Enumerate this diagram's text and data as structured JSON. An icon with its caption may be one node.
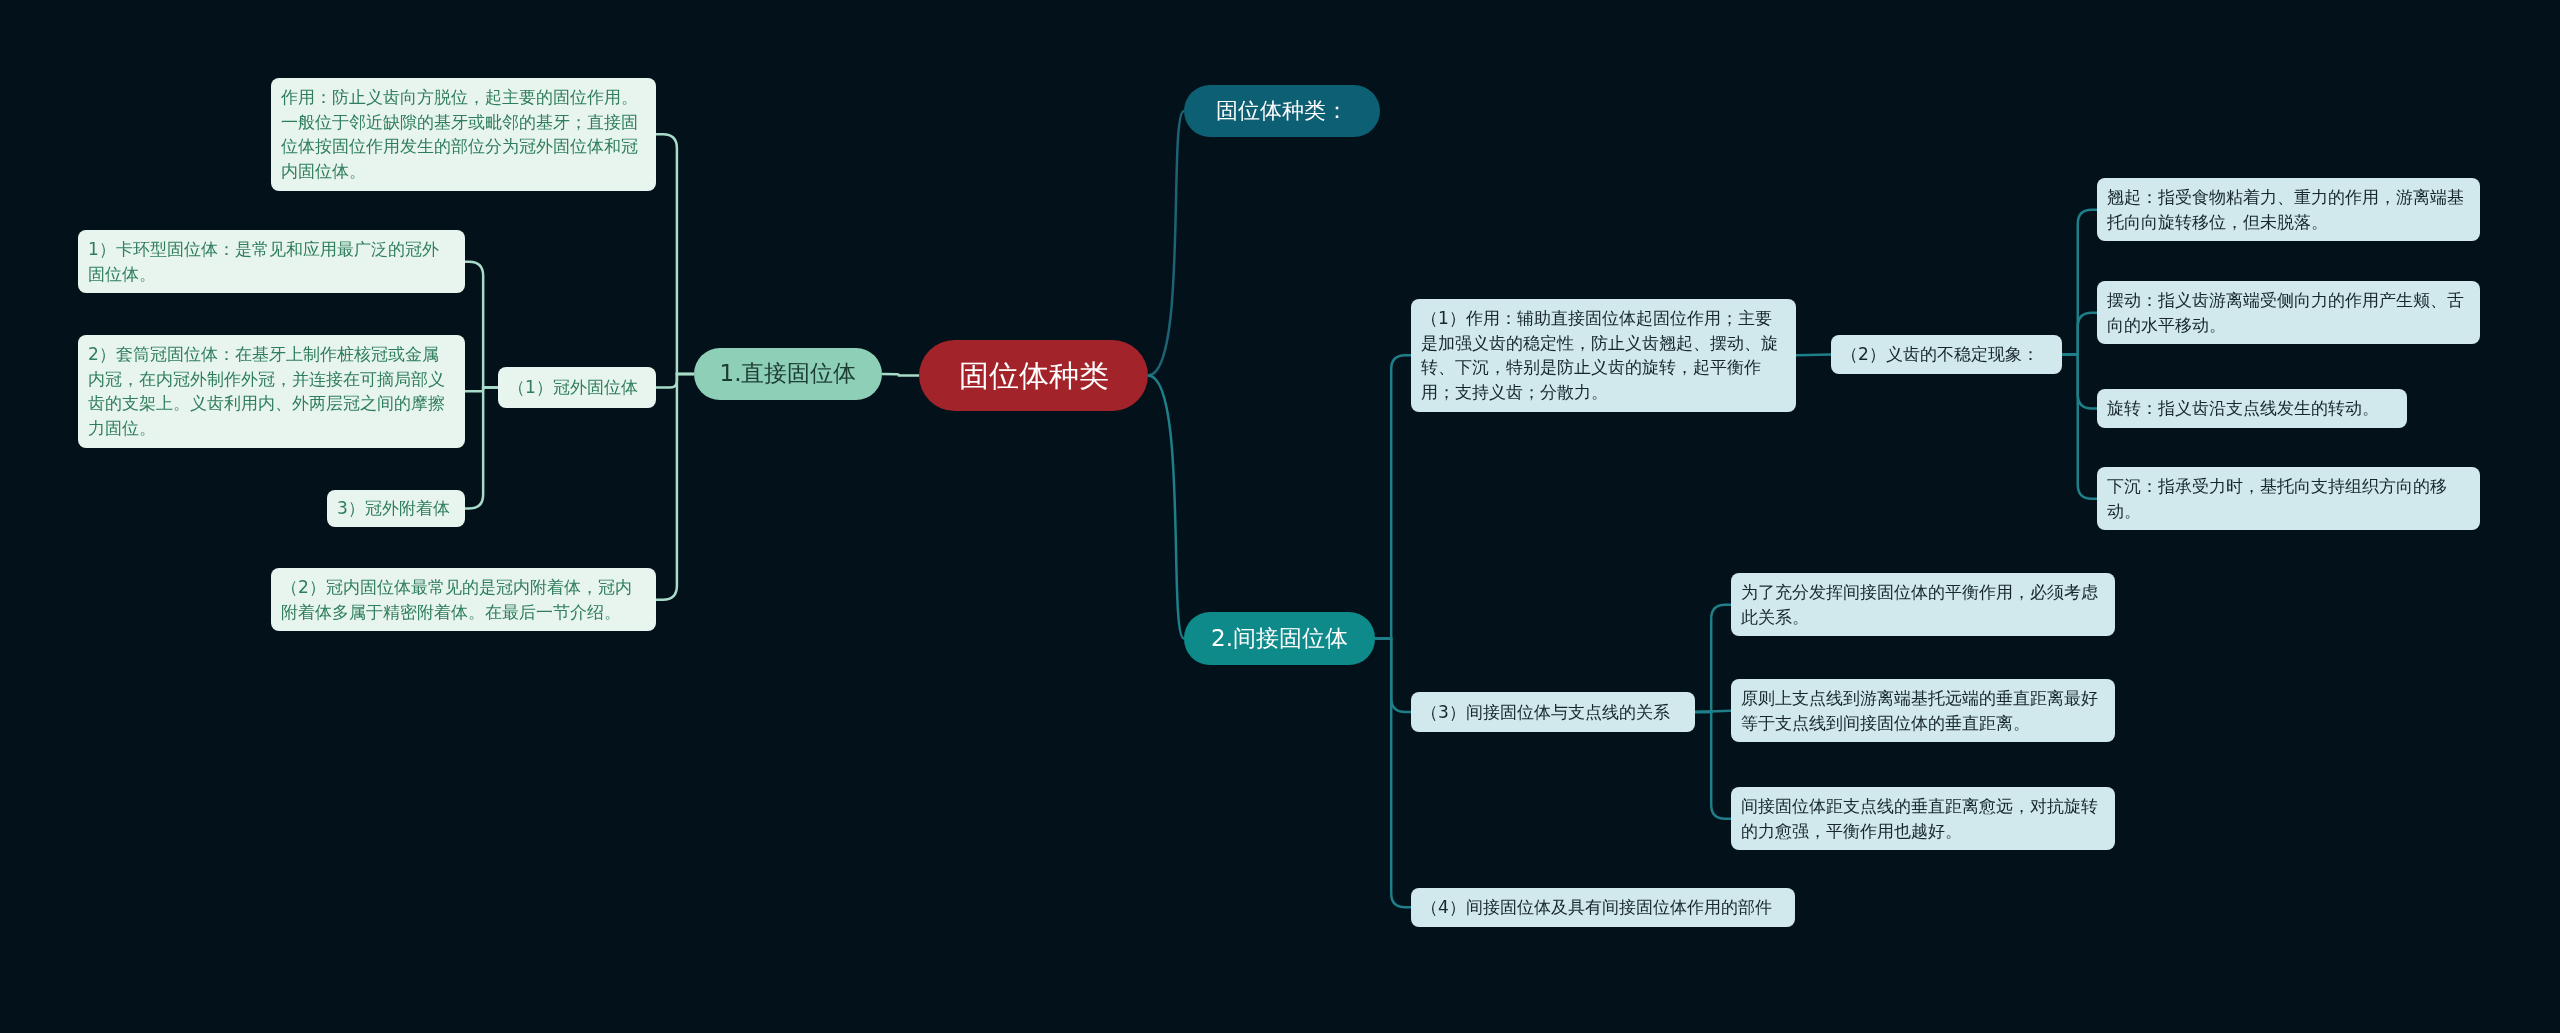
{
  "diagram": {
    "nodes": [
      {
        "text": [
          "固位体种类"
        ]
      },
      {
        "text": [
          "固位体种类："
        ]
      },
      {
        "text": [
          "1.直接固位体"
        ]
      },
      {
        "text": [
          "作用：防止义齿向方脱位，起主要的固位作用。一般位于邻近缺隙的基牙或毗邻的基牙；直接固位体按固位作用发生的部位分为冠外固位体和冠内固位体。"
        ]
      },
      {
        "text": [
          "（1）冠外固位体"
        ]
      },
      {
        "text": [
          "1）卡环型固位体：是常见和应用最广泛的冠外固位体。"
        ]
      },
      {
        "text": [
          "2）套筒冠固位体：在基牙上制作桩核冠或金属内冠，在内冠外制作外冠，并连接在可摘局部义齿的支架上。义齿利用内、外两层冠之间的摩擦力固位。"
        ]
      },
      {
        "text": [
          "3）冠外附着体"
        ]
      },
      {
        "text": [
          "（2）冠内固位体最常见的是冠内附着体，冠内附着体多属于精密附着体。在最后一节介绍。"
        ]
      },
      {
        "text": [
          "2.间接固位体"
        ]
      },
      {
        "text": [
          "（1）作用：辅助直接固位体起固位作用；主要是加强义齿的稳定性，防止义齿翘起、摆动、旋转、下沉，特别是防止义齿的旋转，起平衡作用；支持义齿；分散力。"
        ]
      },
      {
        "text": [
          "（2）义齿的不稳定现象："
        ]
      },
      {
        "text": [
          "翘起：指受食物粘着力、重力的作用，游离端基托向向旋转移位，但未脱落。"
        ]
      },
      {
        "text": [
          "摆动：指义齿游离端受侧向力的作用产生颊、舌向的水平移动。"
        ]
      },
      {
        "text": [
          "旋转：指义齿沿支点线发生的转动。"
        ]
      },
      {
        "text": [
          "下沉：指承受力时，基托向支持组织方向的移动。"
        ]
      },
      {
        "text": [
          "（3）间接固位体与支点线的关系"
        ]
      },
      {
        "text": [
          "为了充分发挥间接固位体的平衡作用，必须考虑此关系。"
        ]
      },
      {
        "text": [
          "原则上支点线到游离端基托远端的垂直距离最好等于支点线到间接固位体的垂直距离。"
        ]
      },
      {
        "text": [
          "间接固位体距支点线的垂直距离愈远，对抗旋转的力愈强，平衡作用也越好。"
        ]
      },
      {
        "text": [
          "（4）间接固位体及具有间接固位体作用的部件"
        ]
      }
    ],
    "edges": [
      {
        "from": 0,
        "to": 1,
        "arrow": "none",
        "color": "#1d6373"
      },
      {
        "from": 0,
        "to": 2,
        "arrow": "none",
        "color": "#a8dcc8"
      },
      {
        "from": 2,
        "to": 3,
        "arrow": "none",
        "color": "#a8dcc8"
      },
      {
        "from": 2,
        "to": 4,
        "arrow": "none",
        "color": "#a8dcc8"
      },
      {
        "from": 4,
        "to": 5,
        "arrow": "none",
        "color": "#a8dcc8"
      },
      {
        "from": 4,
        "to": 6,
        "arrow": "none",
        "color": "#a8dcc8"
      },
      {
        "from": 4,
        "to": 7,
        "arrow": "none",
        "color": "#a8dcc8"
      },
      {
        "from": 2,
        "to": 8,
        "arrow": "none",
        "color": "#a8dcc8"
      },
      {
        "from": 0,
        "to": 9,
        "arrow": "none"
      },
      {
        "from": 9,
        "to": 10,
        "arrow": "none"
      },
      {
        "from": 10,
        "to": 11,
        "arrow": "none"
      },
      {
        "from": 11,
        "to": 12,
        "arrow": "none"
      },
      {
        "from": 11,
        "to": 13,
        "arrow": "none"
      },
      {
        "from": 11,
        "to": 14,
        "arrow": "none"
      },
      {
        "from": 11,
        "to": 15,
        "arrow": "none"
      },
      {
        "from": 9,
        "to": 16,
        "arrow": "none"
      },
      {
        "from": 16,
        "to": 17,
        "arrow": "none"
      },
      {
        "from": 16,
        "to": 18,
        "arrow": "none"
      },
      {
        "from": 16,
        "to": 19,
        "arrow": "none"
      },
      {
        "from": 9,
        "to": 20,
        "arrow": "none"
      }
    ]
  }
}
